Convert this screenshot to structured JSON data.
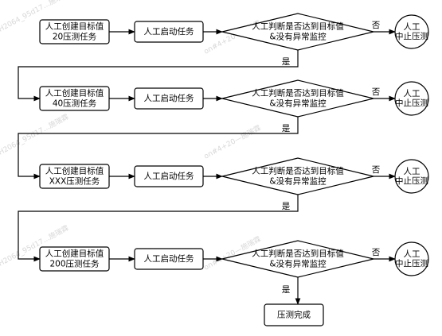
{
  "rows": [
    {
      "create_task": [
        "人工创建目标值",
        "20压测任务"
      ],
      "start_task": "人工启动任务",
      "decision": [
        "人工判断是否达到目标值",
        "&没有异常监控"
      ],
      "stop": [
        "人工",
        "中止压测"
      ],
      "no_label": "否",
      "yes_label": "是"
    },
    {
      "create_task": [
        "人工创建目标值",
        "40压测任务"
      ],
      "start_task": "人工启动任务",
      "decision": [
        "人工判断是否达到目标值",
        "&没有异常监控"
      ],
      "stop": [
        "人工",
        "中止压测"
      ],
      "no_label": "否",
      "yes_label": "是"
    },
    {
      "create_task": [
        "人工创建目标值",
        "XXX压测任务"
      ],
      "start_task": "人工启动任务",
      "decision": [
        "人工判断是否达到目标值",
        "&没有异常监控"
      ],
      "stop": [
        "人工",
        "中止压测"
      ],
      "no_label": "否",
      "yes_label": "是"
    },
    {
      "create_task": [
        "人工创建目标值",
        "200压测任务"
      ],
      "start_task": "人工启动任务",
      "decision": [
        "人工判断是否达到目标值",
        "&没有异常监控"
      ],
      "stop": [
        "人工",
        "中止压测"
      ],
      "no_label": "否",
      "yes_label": "是"
    }
  ],
  "final": "压测完成",
  "watermarks": [
    "H2064_95d17...施瑞霖",
    "on#4+20—施瑞霖"
  ]
}
